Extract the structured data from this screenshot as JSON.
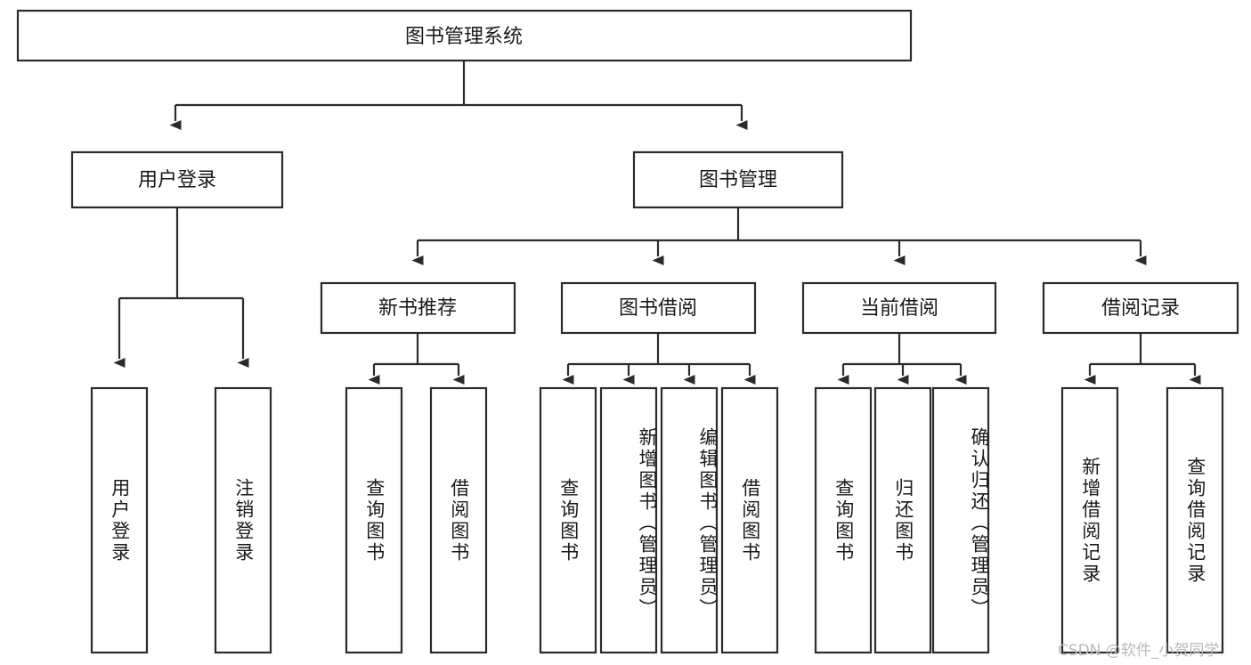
{
  "diagram": {
    "type": "tree-hierarchy",
    "title": "图书管理系统",
    "root": {
      "id": "root",
      "label": "图书管理系统"
    },
    "level2": [
      {
        "id": "user-login",
        "label": "用户登录"
      },
      {
        "id": "book-manage",
        "label": "图书管理"
      }
    ],
    "level3": [
      {
        "id": "new-book-recommend",
        "label": "新书推荐"
      },
      {
        "id": "book-borrow",
        "label": "图书借阅"
      },
      {
        "id": "current-borrow",
        "label": "当前借阅"
      },
      {
        "id": "borrow-record",
        "label": "借阅记录"
      }
    ],
    "leaves": {
      "user_login": [
        {
          "id": "leaf-user-login",
          "label": "用户登录"
        },
        {
          "id": "leaf-logout-login",
          "label": "注销登录"
        }
      ],
      "new_book_recommend": [
        {
          "id": "leaf-query-book-1",
          "label": "查询图书"
        },
        {
          "id": "leaf-borrow-book-1",
          "label": "借阅图书"
        }
      ],
      "book_borrow": [
        {
          "id": "leaf-query-book-2",
          "label": "查询图书"
        },
        {
          "id": "leaf-add-book-admin",
          "label": "新增图书（管理员）"
        },
        {
          "id": "leaf-edit-book-admin",
          "label": "编辑图书（管理员）"
        },
        {
          "id": "leaf-borrow-book-2",
          "label": "借阅图书"
        }
      ],
      "current_borrow": [
        {
          "id": "leaf-query-book-3",
          "label": "查询图书"
        },
        {
          "id": "leaf-return-book",
          "label": "归还图书"
        },
        {
          "id": "leaf-confirm-return-admin",
          "label": "确认归还（管理员）"
        }
      ],
      "borrow_record": [
        {
          "id": "leaf-add-borrow-record",
          "label": "新增借阅记录"
        },
        {
          "id": "leaf-query-borrow-record",
          "label": "查询借阅记录"
        }
      ]
    }
  },
  "watermark": {
    "text": "CSDN @软件_小贺同学"
  },
  "colors": {
    "stroke": "#2b2b2b",
    "box_fill": "#ffffff",
    "text": "#1a1a1a",
    "background": "#ffffff",
    "watermark": "#b9b9b9"
  }
}
